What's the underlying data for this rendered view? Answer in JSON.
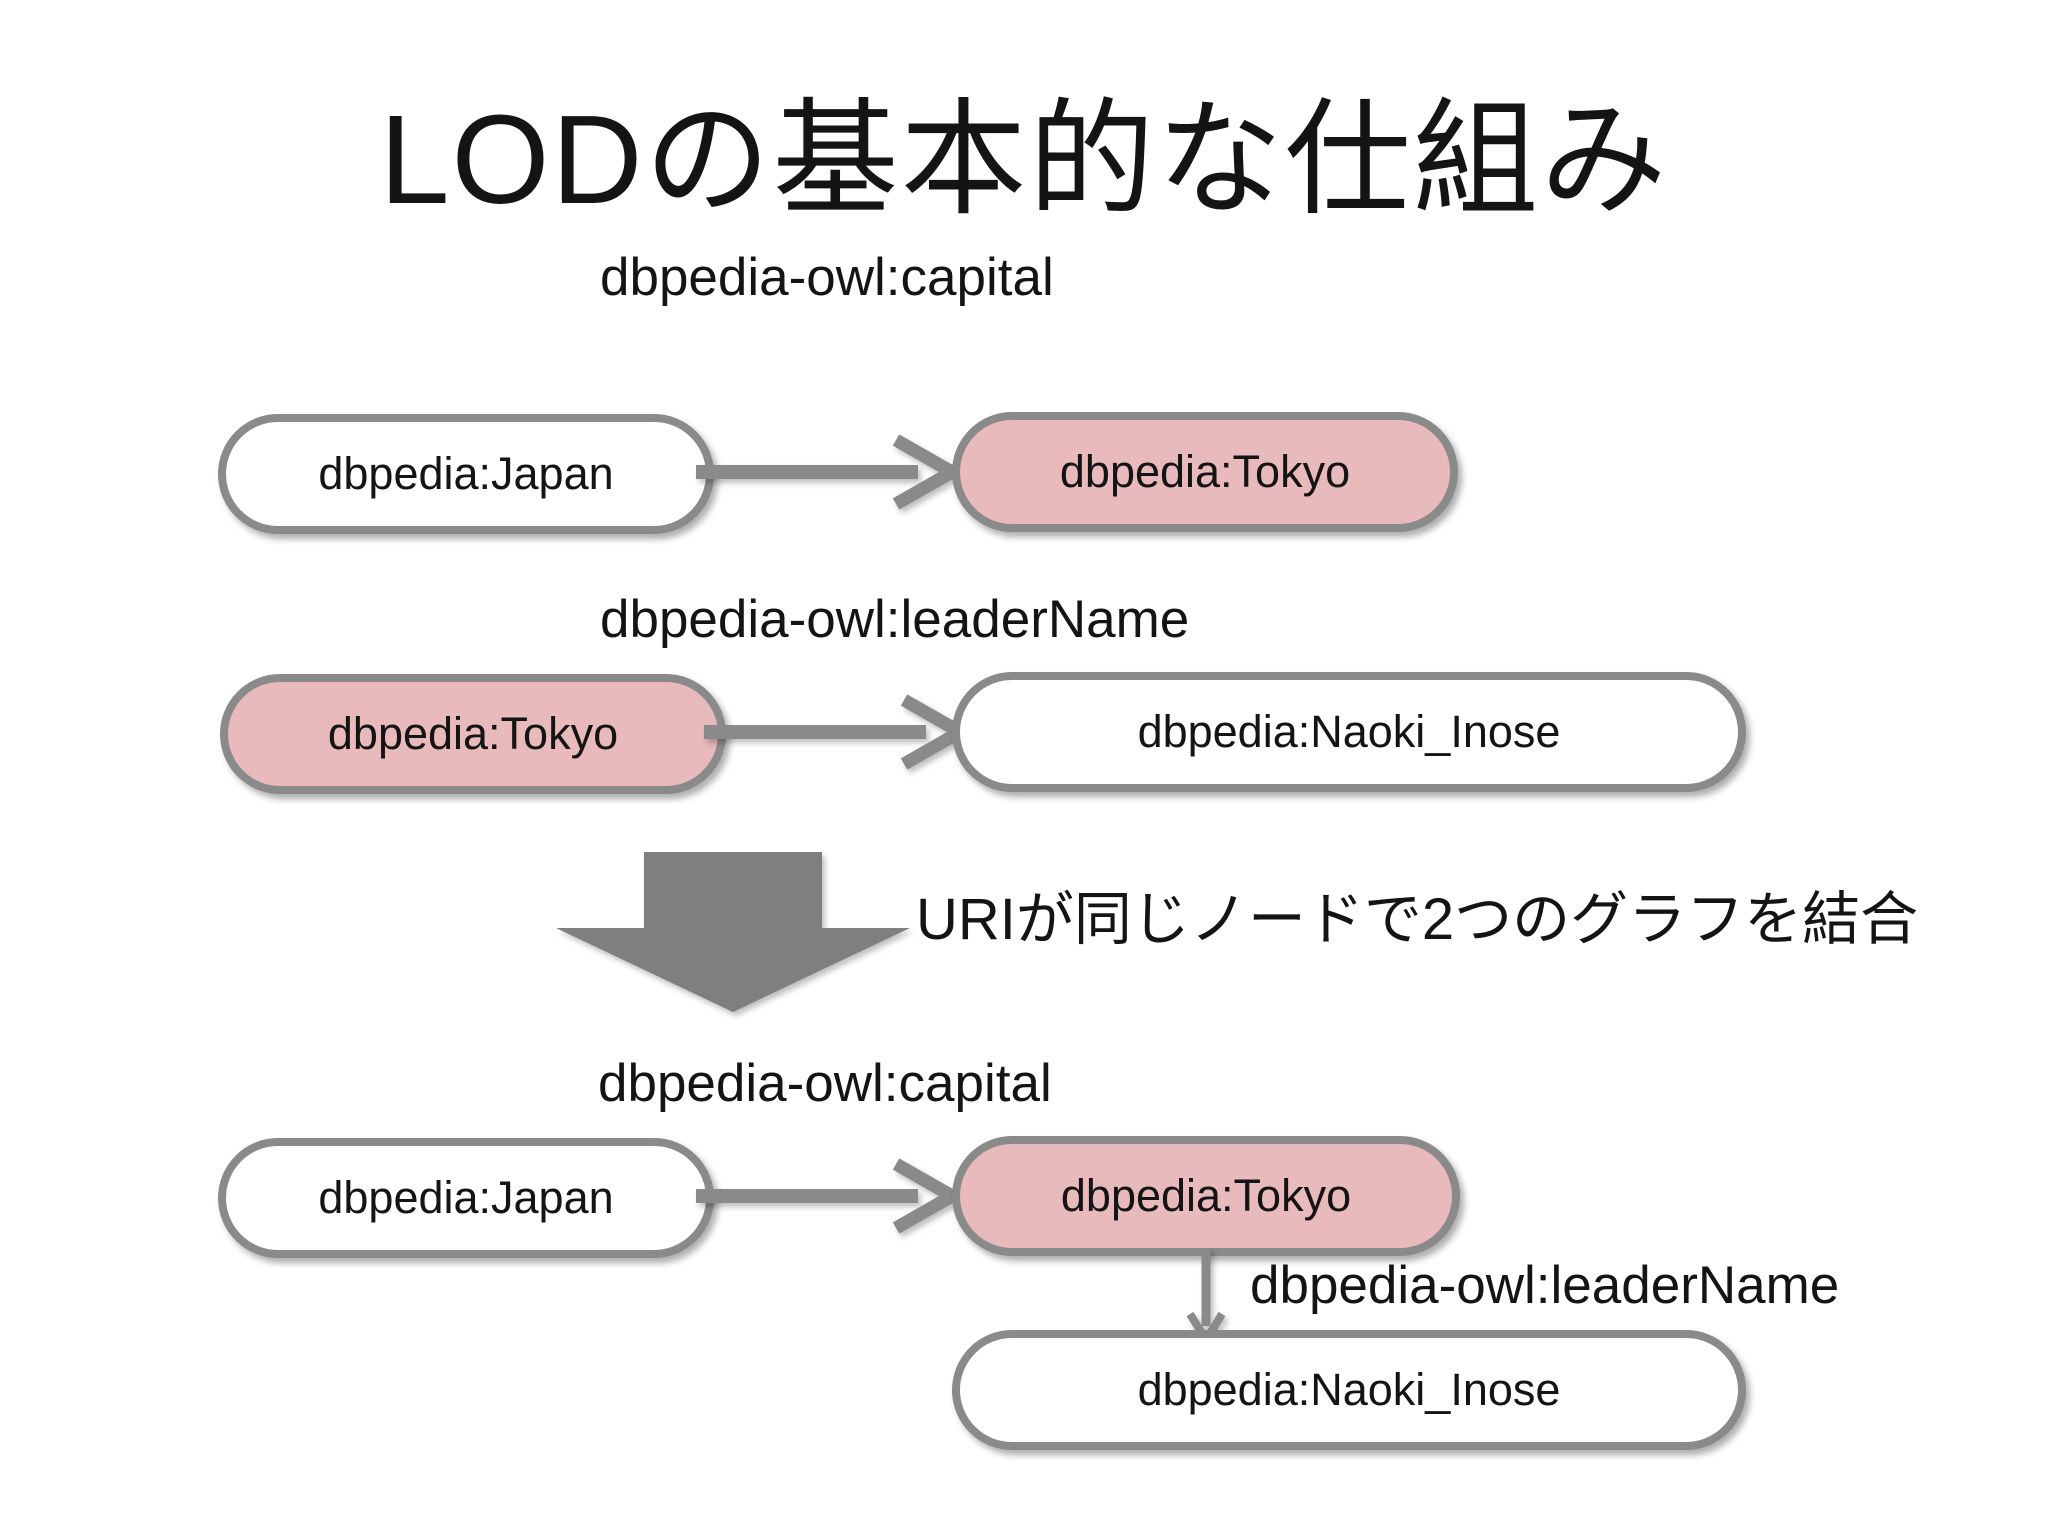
{
  "slide": {
    "title": "LODの基本的な仕組み",
    "join_note": "URIが同じノードで2つのグラフを結合",
    "graphs": {
      "g1": {
        "predicate": "dbpedia-owl:capital",
        "subject": "dbpedia:Japan",
        "object": "dbpedia:Tokyo"
      },
      "g2": {
        "predicate": "dbpedia-owl:leaderName",
        "subject": "dbpedia:Tokyo",
        "object": "dbpedia:Naoki_Inose"
      },
      "merged": {
        "predicate_capital": "dbpedia-owl:capital",
        "predicate_leader": "dbpedia-owl:leaderName",
        "subject": "dbpedia:Japan",
        "capital_node": "dbpedia:Tokyo",
        "leader_node": "dbpedia:Naoki_Inose"
      }
    },
    "colors": {
      "background": "#ffffff",
      "text": "#141414",
      "node_border": "#8a8a8a",
      "arrow": "#8a8a8a",
      "block_arrow": "#7f7f7f",
      "highlight_node_fill": "#e8babc"
    }
  }
}
